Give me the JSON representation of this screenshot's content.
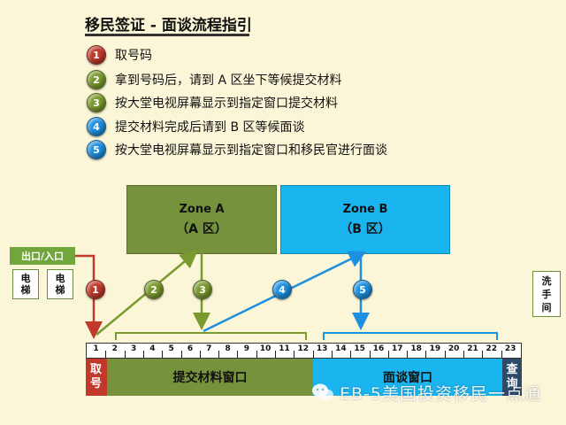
{
  "title": "移民签证 - 面谈流程指引",
  "steps": [
    {
      "num": "1",
      "text": "取号码",
      "color": "#c0392b"
    },
    {
      "num": "2",
      "text": "拿到号码后，请到 A 区坐下等候提交材料",
      "color": "#7a9a2e"
    },
    {
      "num": "3",
      "text": "按大堂电视屏幕显示到指定窗口提交材料",
      "color": "#7a9a2e"
    },
    {
      "num": "4",
      "text": "提交材料完成后请到 B 区等候面谈",
      "color": "#1e90e0"
    },
    {
      "num": "5",
      "text": "按大堂电视屏幕显示到指定窗口和移民官进行面谈",
      "color": "#1e90e0"
    }
  ],
  "zones": {
    "a": {
      "name": "Zone A",
      "sub": "（A 区）",
      "color": "#76923c"
    },
    "b": {
      "name": "Zone B",
      "sub": "（B 区）",
      "color": "#1ab4ee"
    }
  },
  "exit_label": "出口/入口",
  "elevators": [
    "电\n梯",
    "电\n梯"
  ],
  "restroom": "洗\n手\n间",
  "windows": [
    "1",
    "2",
    "3",
    "4",
    "5",
    "6",
    "7",
    "8",
    "9",
    "10",
    "11",
    "12",
    "13",
    "14",
    "15",
    "16",
    "17",
    "18",
    "19",
    "20",
    "21",
    "22",
    "23"
  ],
  "blocks": {
    "ticket": "取\n号",
    "submit": "提交材料窗口",
    "interview": "面谈窗口",
    "inquiry": "查\n询"
  },
  "watermark": "EB-5美国投资移民一点通",
  "colors": {
    "red": "#c0392b",
    "green": "#7a9a2e",
    "blue": "#1e90e0"
  }
}
